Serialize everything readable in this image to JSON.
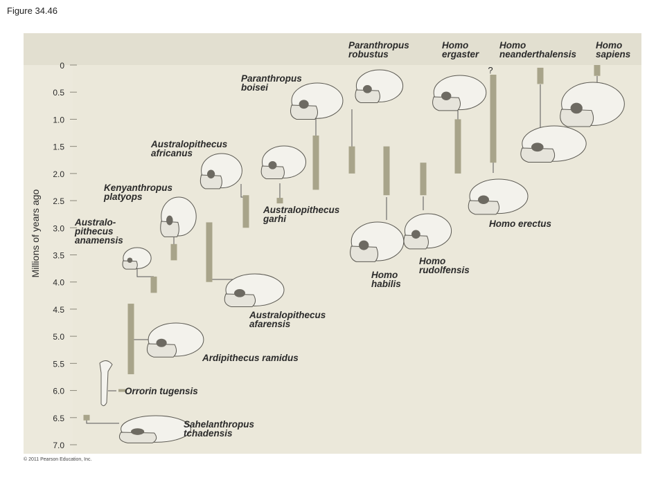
{
  "figure_label": "Figure 34.46",
  "copyright": "© 2011 Pearson Education, Inc.",
  "chart_data": {
    "type": "range-timeline",
    "ylabel": "Millions of years ago",
    "ylim": [
      0,
      7.0
    ],
    "y_inverted": true,
    "yticks": [
      "0",
      "0.5",
      "1.0",
      "1.5",
      "2.0",
      "2.5",
      "3.0",
      "3.5",
      "4.0",
      "4.5",
      "5.0",
      "5.5",
      "6.0",
      "6.5",
      "7.0"
    ],
    "colors": {
      "bar": "#a8a48a",
      "panel": "#ece9dc",
      "panel_top": "#e2dfd0",
      "label": "#2a2a2a",
      "connector": "#555555"
    },
    "species": [
      {
        "name": "Sahelanthropus tchadensis",
        "label_lines": [
          "Sahelanthropus",
          "tchadensis"
        ],
        "start": 6.5,
        "end": 6.5
      },
      {
        "name": "Orrorin tugensis",
        "label_lines": [
          "Orrorin tugensis"
        ],
        "start": 6.0,
        "end": 6.0
      },
      {
        "name": "Ardipithecus ramidus",
        "label_lines": [
          "Ardipithecus ramidus"
        ],
        "start": 5.7,
        "end": 4.4
      },
      {
        "name": "Australopithecus anamensis",
        "label_lines": [
          "Australo-",
          "pithecus",
          "anamensis"
        ],
        "start": 4.2,
        "end": 3.9
      },
      {
        "name": "Kenyanthropus platyops",
        "label_lines": [
          "Kenyanthropus",
          "platyops"
        ],
        "start": 3.6,
        "end": 3.3
      },
      {
        "name": "Australopithecus afarensis",
        "label_lines": [
          "Australopithecus",
          "afarensis"
        ],
        "start": 4.0,
        "end": 2.9
      },
      {
        "name": "Australopithecus africanus",
        "label_lines": [
          "Australopithecus",
          "africanus"
        ],
        "start": 3.0,
        "end": 2.4
      },
      {
        "name": "Australopithecus garhi",
        "label_lines": [
          "Australopithecus",
          "garhi"
        ],
        "start": 2.5,
        "end": 2.5
      },
      {
        "name": "Paranthropus boisei",
        "label_lines": [
          "Paranthropus",
          "boisei"
        ],
        "start": 2.3,
        "end": 1.3
      },
      {
        "name": "Paranthropus robustus",
        "label_lines": [
          "Paranthropus",
          "robustus"
        ],
        "start": 2.0,
        "end": 1.5
      },
      {
        "name": "Homo habilis",
        "label_lines": [
          "Homo",
          "habilis"
        ],
        "start": 2.4,
        "end": 1.5
      },
      {
        "name": "Homo rudolfensis",
        "label_lines": [
          "Homo",
          "rudolfensis"
        ],
        "start": 2.4,
        "end": 1.8
      },
      {
        "name": "Homo ergaster",
        "label_lines": [
          "Homo",
          "ergaster"
        ],
        "start": 2.0,
        "end": 1.0
      },
      {
        "name": "Homo erectus",
        "label_lines": [
          "Homo erectus"
        ],
        "start": 1.8,
        "end": 0.2,
        "uncertain_label": "?"
      },
      {
        "name": "Homo neanderthalensis",
        "label_lines": [
          "Homo",
          "neanderthalensis"
        ],
        "start": 0.35,
        "end": 0.05
      },
      {
        "name": "Homo sapiens",
        "label_lines": [
          "Homo",
          "sapiens"
        ],
        "start": 0.2,
        "end": 0.0
      }
    ]
  }
}
